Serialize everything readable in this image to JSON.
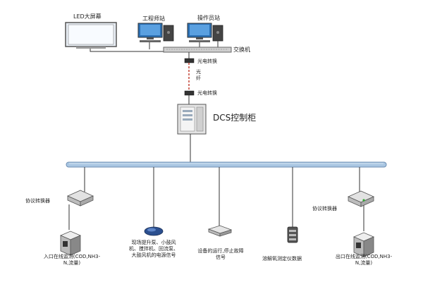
{
  "labels": {
    "led_screen": "LED大屏幕",
    "engineer_station": "工程师站",
    "operator_station": "操作员站",
    "switch": "交换机",
    "converter_top": "光电转换",
    "fiber": "光纤",
    "converter_bottom": "光电转换",
    "dcs_cabinet": "DCS控制柜",
    "protocol_left": "协议转换器",
    "protocol_right": "协议转换器",
    "inlet_monitor": "入口在线监测(COD,NH3-N,流量)",
    "pumps_signals": "现场提升泵、小鼓风机、搅拌机、回流泵、大鼓风机的电源信号",
    "equipment_status": "设备的运行,停止故障信号",
    "do_meter": "溶解氧测定仪数据",
    "outlet_monitor": "出口在线监测(COD,NH3-N,流量)"
  },
  "colors": {
    "bus": "#a9c6e2",
    "bus_edge": "#6e8fb3",
    "lines": "#333333",
    "fiber": "#c0392b",
    "device": "#d7d7d7"
  },
  "icons": {
    "led_screen": "led-screen-icon",
    "workstation": "computer-workstation-icon",
    "switch": "network-switch-icon",
    "converter": "media-converter-icon",
    "cabinet": "control-cabinet-icon",
    "protocol": "protocol-converter-icon",
    "analyzer": "online-analyzer-icon",
    "mouse_device": "field-device-icon",
    "relay": "signal-relay-icon",
    "probe": "do-probe-icon"
  }
}
